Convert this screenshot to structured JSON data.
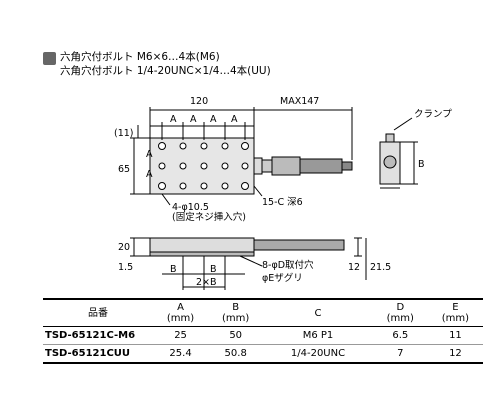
{
  "bolts": {
    "icon": "lock-icon",
    "line1": "六角穴付ボルト M6×6…4本(M6)",
    "line2": "六角穴付ボルト 1/4-20UNC×1/4…4本(UU)"
  },
  "drawing": {
    "dim_120": "120",
    "dim_max": "MAX147",
    "clamp": "クランプ",
    "dim_11": "(11)",
    "dim_65": "65",
    "dim_A": "A",
    "dim_B": "B",
    "dim_C": "C",
    "hole_note": "4-φ10.5",
    "hole_note2": "(固定ネジ挿入穴)",
    "c_note": "15-C 深6",
    "dim_20": "20",
    "dim_15": "1.5",
    "dim_12": "12",
    "dim_215": "21.5",
    "dim_2B": "2×B",
    "d_note": "8-φD取付穴",
    "e_note": "φEザグリ"
  },
  "table": {
    "headers": [
      {
        "l1": "品番",
        "l2": ""
      },
      {
        "l1": "A",
        "l2": "(mm)"
      },
      {
        "l1": "B",
        "l2": "(mm)"
      },
      {
        "l1": "C",
        "l2": ""
      },
      {
        "l1": "D",
        "l2": "(mm)"
      },
      {
        "l1": "E",
        "l2": "(mm)"
      }
    ],
    "rows": [
      {
        "pn": "TSD-65121C-M6",
        "a": "25",
        "b": "50",
        "c": "M6 P1",
        "d": "6.5",
        "e": "11"
      },
      {
        "pn": "TSD-65121CUU",
        "a": "25.4",
        "b": "50.8",
        "c": "1/4-20UNC",
        "d": "7",
        "e": "12"
      }
    ]
  }
}
